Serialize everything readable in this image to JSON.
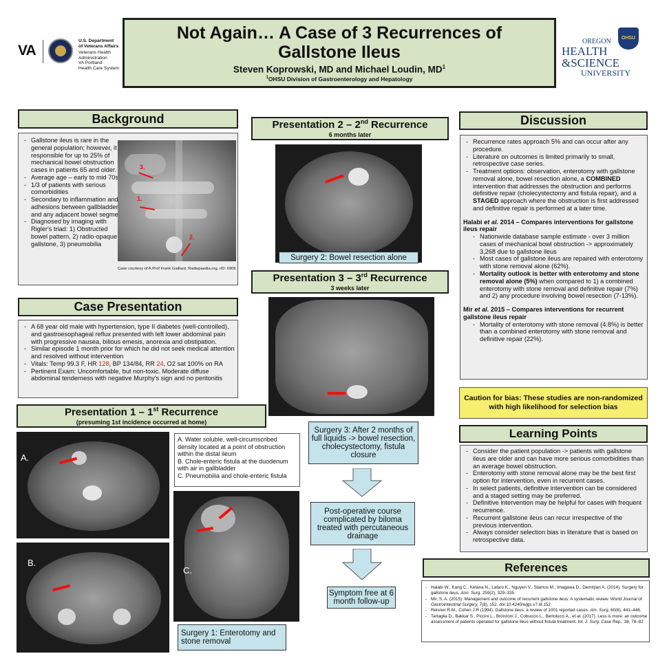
{
  "header": {
    "title_line1": "Not Again… A Case of 3 Recurrences of",
    "title_line2": "Gallstone Ileus",
    "authors": "Steven Koprowski, MD and Michael Loudin, MD",
    "author_sup": "1",
    "affiliation_sup": "1",
    "affiliation": "OHSU Division of Gastroenterology and Hepatology"
  },
  "va_logo": {
    "mark": "VA",
    "dept_line1": "U.S. Department",
    "dept_line2": "of Veterans Affairs",
    "sub_line1": "Veterans Health",
    "sub_line2": "Administration",
    "sub_line3": "VA Portland",
    "sub_line4": "Health Care System"
  },
  "ohsu_logo": {
    "line1": "OREGON",
    "line2": "HEALTH",
    "line3": "&SCIENCE",
    "line4": "UNIVERSITY",
    "shield": "OHSU"
  },
  "background": {
    "heading": "Background",
    "items": [
      "Gallstone ileus is rare in the general population; however, it is responsible for up to 25% of mechanical bowel obstruction cases in patients 65 and older.",
      "Average age – early to mid 70s",
      "1/3 of patients with serious comorbidities",
      "Secondary to inflammation and adhesions between gallbladder and any adjacent bowel segment",
      "Diagnosed by imaging with Rigler's triad: 1) Obstructed bowel pattern, 2) radio-opaque gallstone, 3) pneumobilia"
    ],
    "xray_labels": [
      "3.",
      "1.",
      "2."
    ],
    "xray_credit": "Case courtesy of A.Prof Frank Gaillard, Radiopaedia.org, rID: 6906"
  },
  "case": {
    "heading": "Case Presentation",
    "item1": "A 68 year old male with hypertension, type II diabetes (well-controlled), and gastroesophageal reflux presented with left lower abdominal pain with progressive nausea, bilious emesis, anorexia and obstipation.",
    "item2": "Similar episode 1 month prior for which he did not seek medical attention and resolved without intervention",
    "vitals_a": "Vitals: Temp 99.3 F, HR ",
    "vitals_hr": "128",
    "vitals_b": ", BP 134/84, RR ",
    "vitals_rr": "24",
    "vitals_c": ", O2 sat 100% on RA",
    "item4": "Pertinent Exam: Uncomfortable, but non-toxic. Moderate diffuse abdominal tenderness with negative Murphy's sign and no peritonitis"
  },
  "pres1": {
    "heading": "Presentation 1 – 1",
    "heading_sup": "st",
    "heading_end": " Recurrence",
    "sub": "(presuming 1st incidence occurred at home)",
    "label_a": "A.",
    "label_b": "B.",
    "label_c": "C.",
    "findings": [
      "A.  Water soluble, well-circumscribed density located at a point of obstruction within the distal ileum",
      "B.  Chole-enteric fistula at the duodenum with air in gallbladder",
      "C.  Pneumobilia and chole-enteric fistula"
    ],
    "surgery": "Surgery 1: Enterotomy and stone removal"
  },
  "pres2": {
    "heading": "Presentation 2 – 2",
    "heading_sup": "nd",
    "heading_end": " Recurrence",
    "sub": "6 months later",
    "surgery": "Surgery 2: Bowel resection alone"
  },
  "pres3": {
    "heading": "Presentation 3 – 3",
    "heading_sup": "rd",
    "heading_end": " Recurrence",
    "sub": "3 weeks later",
    "surgery": "Surgery 3: After 2 months of full liquids -> bowel resection, cholecystectomy, fistula closure",
    "postop": "Post-operative course complicated by biloma treated with percutaneous drainage",
    "outcome": "Symptom free at 6 month follow-up"
  },
  "discussion": {
    "heading": "Discussion",
    "items": [
      "Recurrence rates approach 5% and can occur after any procedure.",
      "Literature on outcomes is limited primarily to small, retrospective case series."
    ],
    "treat_a": "Treatment options: observation, enterotomy with gallstone removal alone, bowel resection alone, a ",
    "treat_combined": "COMBINED",
    "treat_b": " intervention that addresses the obstruction and performs definitive repair (cholecystectomy and fistula repair), and a ",
    "treat_staged": "STAGED",
    "treat_c": " approach where the obstruction is first addressed and definitive repair is performed at a later time.",
    "halabi_head_a": "Halabi ",
    "halabi_head_etal": "et al.",
    "halabi_head_b": " 2014 – Compares interventions for gallstone ileus repair",
    "halabi_items": [
      "Nationwide database sample estimate - over 3 million cases of mechanical bowl obstruction -> approximately 3,268 due to gallstone ileus",
      "Most cases of gallstone ileus are repaired with enterotomy with stone removal alone (62%)."
    ],
    "halabi_bold": "Mortality outlook is better with enterotomy and stone removal alone (5%)",
    "halabi_rest": " when compared to 1) a combined enterotomy with stone removal and definitive repair (7%) and 2) any procedure involving bowel resection (7-13%).",
    "mir_head_a": "Mir ",
    "mir_head_etal": "et al.",
    "mir_head_b": " 2015 – Compares interventions for recurrent gallstone ileus repair",
    "mir_items": [
      "Mortality of enterotomy with stone removal (4.8%) is better than a combined enterotomy with stone removal and definitive repair (22%)."
    ]
  },
  "caution": "Caution for bias: These studies are non-randomized with high likelihood for selection bias",
  "learning": {
    "heading": "Learning Points",
    "items": [
      "Consider the patient population -> patients with gallstone ileus are older and can have more serious comorbidities than an average bowel obstruction.",
      "Enterotomy with stone removal alone may be the best first option for intervention, even in recurrent cases.",
      "In select patients, definitive intervention can be considered and a staged setting may be preferred.",
      "Definitive intervention may be helpful for cases with frequent recurrence.",
      "Recurrent gallstone ileus can recur irrespective of the previous intervention.",
      "Always consider selection bias in literature that is based on retrospective data."
    ]
  },
  "references": {
    "heading": "References",
    "r1a": "Halabi W., Kang C., Ketana N., Lafaro K., Nguyen V., Stamos M., Imagawa D., Demirjian A. (2014). Surgery for gallstone ileus. ",
    "r1j": "Ann. Surg.",
    "r1b": " 259(2), 329–335.",
    "r2a": "Mir, S. A. (2015). Management and outcome of recurrent gallstone ileus: A systematic review. ",
    "r2j": "World Journal of Gastrointestinal Surgery,",
    "r2b": " 7(8), 152. doi:10.4240/wjgs.v7.i8.152",
    "r3a": "Reisner R.M., Cohen J.R (1994). Gallstone ileus: a review of 1001 reported cases. ",
    "r3j": "Am. Surg,",
    "r3b": " 60(6), 441–446.",
    "r4a": "Tartaglia D., Bakkar S., Piccini L., Bronzoni J., Cobuccio L., Bertolucci A., ",
    "r4j1": "et al.",
    "r4m": " (2017). Less is more: an outcome assessment of patients operated for gallstone ileus without fistula treatment. ",
    "r4j2": "Int. J. Surg. Case Rep.,",
    "r4b": " 38, 78–82"
  },
  "colors": {
    "header_green": "#d6e3c4",
    "caption_blue": "#c5e3ea",
    "caution_yellow": "#f5ee6e",
    "arrow_red": "#e11111"
  }
}
